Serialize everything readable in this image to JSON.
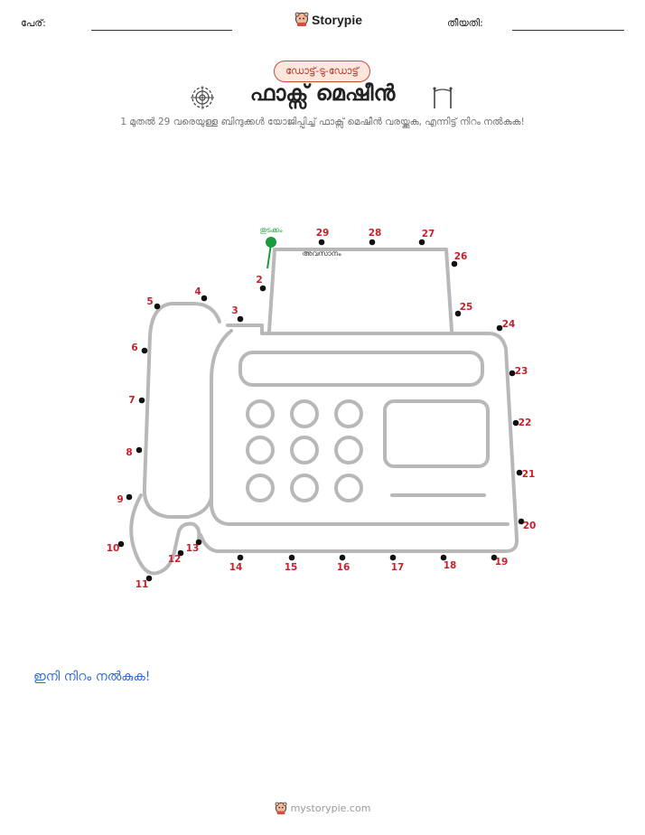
{
  "header": {
    "name_label": "പേര്:",
    "date_label": "തീയതി:",
    "brand": "Storypie"
  },
  "badge": "ഡോട്ട്-ടു-ഡോട്ട്",
  "title": "ഫാക്സ് മെഷീൻ",
  "instructions": "1 മുതൽ 29 വരെയുള്ള ബിന്ദുക്കൾ യോജിപ്പിച്ച് ഫാക്സ് മെഷീൻ വരയ്ക്കുക, എന്നിട്ട് നിറം നൽകുക!",
  "puzzle": {
    "start_label": "തുടക്കം",
    "end_label": "അവസാനം",
    "dots": [
      {
        "n": "1"
      },
      {
        "n": "2"
      },
      {
        "n": "3"
      },
      {
        "n": "4"
      },
      {
        "n": "5"
      },
      {
        "n": "6"
      },
      {
        "n": "7"
      },
      {
        "n": "8"
      },
      {
        "n": "9"
      },
      {
        "n": "10"
      },
      {
        "n": "11"
      },
      {
        "n": "12"
      },
      {
        "n": "13"
      },
      {
        "n": "14"
      },
      {
        "n": "15"
      },
      {
        "n": "16"
      },
      {
        "n": "17"
      },
      {
        "n": "18"
      },
      {
        "n": "19"
      },
      {
        "n": "20"
      },
      {
        "n": "21"
      },
      {
        "n": "22"
      },
      {
        "n": "23"
      },
      {
        "n": "24"
      },
      {
        "n": "25"
      },
      {
        "n": "26"
      },
      {
        "n": "27"
      },
      {
        "n": "28"
      },
      {
        "n": "29"
      }
    ]
  },
  "color_prompt": "ഇനി നിറം നൽകുക!",
  "footer": "mystorypie.com",
  "colors": {
    "accent_blue": "#2f6bd6",
    "number_red": "#c8202c",
    "start_green": "#1a9b3c",
    "outline_gray": "#b8b8bb"
  }
}
